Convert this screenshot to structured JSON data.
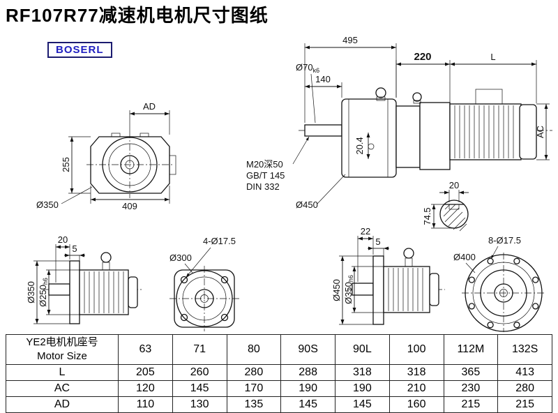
{
  "page": {
    "title": "RF107R77减速机电机尺寸图纸",
    "brand": "BOSERL"
  },
  "front_view": {
    "dim_ad": "AD",
    "dim_height": "255",
    "dim_width": "409",
    "label_housing_dia": "Ø350"
  },
  "side_view": {
    "dim_total": "495",
    "dim_shaft_len": "140",
    "shaft_dia": "Ø70",
    "shaft_tol": "k6",
    "dim_adapter": "220",
    "dim_motor_len": "L",
    "dim_motor_dia": "AC",
    "dim_key_height": "20.4",
    "thread_note_line1": "M20深50",
    "thread_note_line2": "GB/T 145",
    "thread_note_line3": "DIN 332",
    "label_housing_dia": "Ø450",
    "dim_key_width": "20",
    "dim_shaft_section": "74.5"
  },
  "flange_small": {
    "dim_20": "20",
    "dim_5": "5",
    "flange_dia": "Ø350",
    "spigot_dia": "Ø250",
    "spigot_tol": "h6",
    "label_holes": "4-Ø17.5",
    "label_bolt_circle": "Ø300"
  },
  "flange_large": {
    "dim_22": "22",
    "dim_5": "5",
    "flange_dia": "Ø450",
    "spigot_dia": "Ø350",
    "spigot_tol": "h6",
    "label_holes": "8-Ø17.5",
    "label_bolt_circle": "Ø400"
  },
  "table": {
    "header_label_cn": "YE2电机机座号",
    "header_label_en": "Motor Size",
    "sizes": [
      "63",
      "71",
      "80",
      "90S",
      "90L",
      "100",
      "112M",
      "132S"
    ],
    "rows": [
      {
        "label": "L",
        "values": [
          "205",
          "260",
          "280",
          "288",
          "318",
          "318",
          "365",
          "413"
        ]
      },
      {
        "label": "AC",
        "values": [
          "120",
          "145",
          "170",
          "190",
          "190",
          "210",
          "230",
          "280"
        ]
      },
      {
        "label": "AD",
        "values": [
          "110",
          "130",
          "135",
          "145",
          "145",
          "160",
          "215",
          "215"
        ]
      }
    ]
  }
}
